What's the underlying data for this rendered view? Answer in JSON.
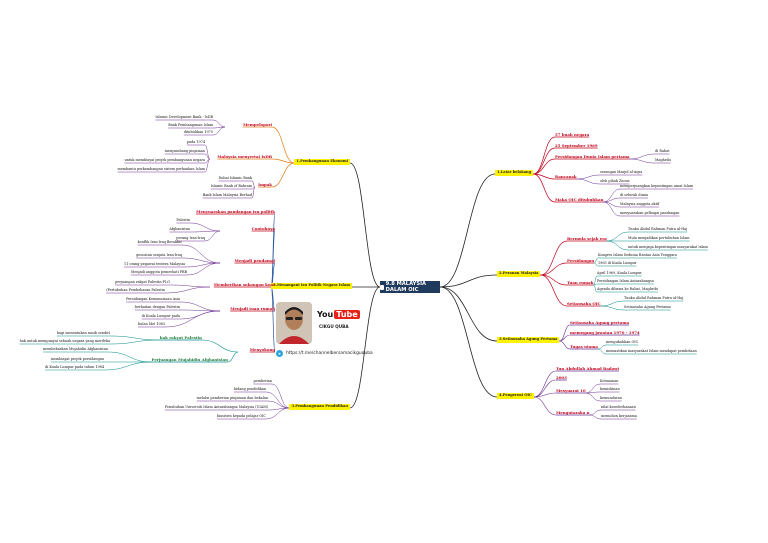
{
  "central": {
    "title": "9.8 MALAYSIA DALAM OIC"
  },
  "promo": {
    "youtube_prefix": "You",
    "youtube_tube": "Tube",
    "channel_name": "CIKGU QUBA",
    "telegram_link": "https://t.me/channelbersamacikguquba"
  },
  "branches": {
    "b1": {
      "label": "1.Pembangunan Ekonomi",
      "mempelopori_title": "Mempelopori",
      "mempelopori_items": [
        "Islamic Development Bank - IsDB",
        "Bank Pembangunan Islam",
        "ditubuhkan 1975"
      ],
      "ikdb_title": "Malaysia menyertai IsDB",
      "ikdb_items": [
        "pada 1974",
        "menyumbang pinjaman",
        "untuk membiayai projek pembangunan negara",
        "membantu perkembangan  sistem perbankan Islam"
      ],
      "impak_title": "Impak",
      "impak_items": [
        "Dubai Islamic Bank",
        "Islamic Bank of Bahrain",
        "Bank Islam Malaysia Berhad"
      ]
    },
    "b2": {
      "label": "2.Menangani Isu Politik Negara Islam",
      "top": "Menyuarakan pandangan isu politik",
      "contohnya": "Contohnya",
      "contohnya_items": [
        "Palestin",
        "Afghanistan",
        "perang Iran-Iraq"
      ],
      "pendamai": "Menjadi pendamai",
      "pendamai_items": [
        "konflik Iran-Iraq Berakhir",
        "gencatan senjata Iran-Iraq",
        "11 orang pegawai tentera Malaysia",
        "Menjadi anggota pemerhati PBB"
      ],
      "sokongan": "Memberikan sokongan kuat",
      "sokongan_items": [
        "perjuangan rakyat Palestin-PLO",
        "(Pertubuhan Pembebasan Palestin"
      ],
      "tuan_rumah": "Menjadi tuan rumah",
      "tuan_rumah_items": [
        "Persidangan Kemanusiaan Asia",
        "berkaitan dengan Palestin",
        "di Kuala Lumpur pada",
        "bulan Mei 1983"
      ],
      "menyokong": "Menyokong",
      "hak_title": "hak rakyat Palestin",
      "hak_items": [
        "bagi menentukan nasib sendiri",
        "hak untuk mempunyai sebuah negara yang merdeka"
      ],
      "afghan_title": "Perjuangan Mujahidin Afghanistan",
      "afghan_items": [
        "membebaskan Mujahidin Afghanistan",
        "membiayai projek persidangan",
        "di Kuala Lumpur pada tahun 1984"
      ]
    },
    "b3": {
      "label": "3.Pembangunan Pendidikan",
      "items": [
        "pemberian",
        "bidang pendidikan",
        "melalui pemberian pinjaman dan bekalan",
        "Penubuhan Universiti Islam Antarabangsa Malaysia (UIAM)",
        "biasiswa kepada pelajar OIC"
      ]
    },
    "r1": {
      "label": "1.Latar belakang",
      "items": [
        {
          "text": "57 buah negara",
          "children": []
        },
        {
          "text": "25 September 1969",
          "children": []
        },
        {
          "text": "Persidangan Dunia Islam pertama",
          "children": [
            "di Rabat",
            "Maghribi"
          ]
        },
        {
          "text": "Rancanak",
          "children": [
            "serangan Masjid al-Aqsa",
            "oleh pihak Zionis"
          ]
        },
        {
          "text": "Maka OIC ditubuhkan",
          "children": [
            "memperjuangkan kepentingan umat Islam",
            "di seluruh dunia",
            "Malaysia anggota aktif",
            "menyuarakan pelbagai pandangan"
          ]
        }
      ]
    },
    "r2": {
      "label": "2.Peranan Malaysia",
      "bermula": "Bermula sejak era",
      "bermula_items": [
        "Tunku Abdul Rahman Putra al-Haj",
        "Mula menjadikan pertubuhan Islam",
        "untuk menjaga kepentingan masyarakat Islam"
      ],
      "persidangan": "Persidangan",
      "persidangan_items": [
        "Kongres Islam Sedunia Rantau Asia Tenggara",
        "1965 di Kuala Lumpur"
      ],
      "tuan_rumah": "Tuan rumah",
      "tuan_rumah_items": [
        "April 1969, Kuala Lumpur",
        "Persidangan Islam Antarabangsa",
        "Agenda dibawa ke Rabat, Maghribi"
      ],
      "setiausaha": "Setiausaha OIC",
      "setiausaha_items": [
        "Tunku Abdul Rahman Putra al-Haj",
        "Setiausaha Agung Pertama"
      ]
    },
    "r3": {
      "label": "3.Setiausaha Agung Pertama",
      "items": [
        "Setiausaha Agung pertama",
        "memegang jawatan 1970 - 1974"
      ],
      "tugas": "Tugas utama",
      "tugas_items": [
        "mengukuhkan OIC",
        "memastikan masyarakat Islam mendapat pembelaan"
      ]
    },
    "r4": {
      "label": "4.Pengerusi OIC",
      "items": [
        "Tun Abdullah Ahmad Badawi",
        "2003"
      ],
      "mesyuarat": "Mesyuarat 10",
      "mesyuarat_items": [
        "Ketuaanan",
        "kemiskinan",
        "kemunduran"
      ],
      "mengutuk": "Mengutaraka n",
      "mengutuk_items": [
        "nilai kesederhanaan",
        "memohon kerjasama"
      ]
    }
  }
}
